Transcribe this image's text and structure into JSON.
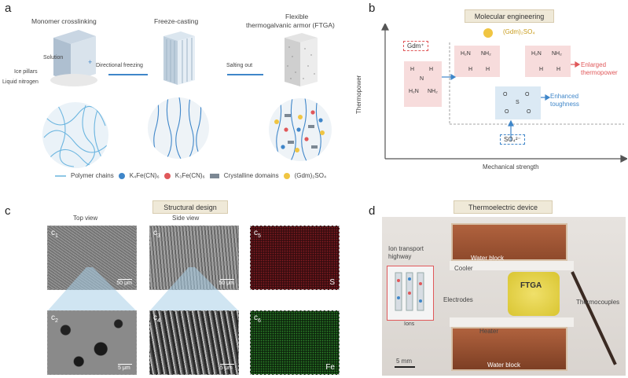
{
  "panel_a": {
    "label": "a",
    "steps": [
      "Monomer crosslinking",
      "Freeze-casting",
      "Flexible",
      "thermogalvanic armor (FTGA)"
    ],
    "arrows": [
      "Directional freezing",
      "Salting out"
    ],
    "callouts": [
      "Solution",
      "Ice pillars",
      "Liquid nitrogen"
    ],
    "legend": [
      {
        "label": "Polymer chains",
        "color": "#8fc8e6"
      },
      {
        "label": "K₄Fe(CN)₆",
        "color": "#3f86c9"
      },
      {
        "label": "K₃Fe(CN)₆",
        "color": "#e0585a"
      },
      {
        "label": "Crystalline domains",
        "color": "#7c8894"
      },
      {
        "label": "(Gdm)₂SO₄",
        "color": "#f0c542"
      }
    ]
  },
  "panel_b": {
    "label": "b",
    "header": "Molecular engineering",
    "ylabel": "Thermopower",
    "xlabel": "Mechanical strength",
    "gdm_tag": "Gdm⁺",
    "so4_tag": "SO₄²⁻",
    "salt": "(Gdm)₂SO₄",
    "enlarged": [
      "Enlarged",
      "thermopower"
    ],
    "enhanced": [
      "Enhanced",
      "toughness"
    ],
    "colors": {
      "thermopower": "#e0585a",
      "toughness": "#3f86c9"
    }
  },
  "panel_c": {
    "label": "c",
    "header": "Structural design",
    "views": [
      "Top view",
      "Side view"
    ],
    "tiles": [
      {
        "sub": "1",
        "scale": "50 μm",
        "elem": ""
      },
      {
        "sub": "3",
        "scale": "50 μm",
        "elem": ""
      },
      {
        "sub": "5",
        "scale": "",
        "elem": "S"
      },
      {
        "sub": "2",
        "scale": "5 μm",
        "elem": ""
      },
      {
        "sub": "4",
        "scale": "5 μm",
        "elem": ""
      },
      {
        "sub": "6",
        "scale": "",
        "elem": "Fe"
      }
    ],
    "tile_letter": "c"
  },
  "panel_d": {
    "label": "d",
    "header": "Thermoelectric device",
    "inset": [
      "Ion transport",
      "highway"
    ],
    "ions": "Ions",
    "labels": [
      "Water block",
      "Cooler",
      "FTGA",
      "Electrodes",
      "Thermocouples",
      "Heater",
      "Water block"
    ],
    "scale": "5 mm"
  }
}
